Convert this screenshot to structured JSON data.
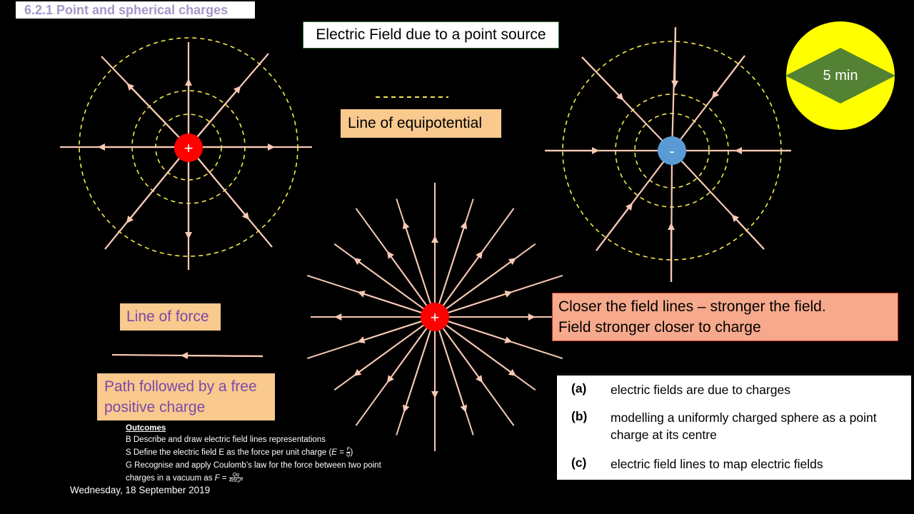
{
  "slide": {
    "title": "6.2.1 Point and spherical charges",
    "heading": "Electric Field due to a point source",
    "date": "Wednesday, 18 September 2019"
  },
  "labels": {
    "equipotential": "Line of equipotential",
    "line_of_force": "Line of force",
    "path_line1": "Path followed by a free",
    "path_line2": "positive charge",
    "closer_line1": "Closer the field lines – stronger the field.",
    "closer_line2": "Field stronger closer to charge"
  },
  "charges": {
    "positive_symbol": "+",
    "negative_symbol": "-"
  },
  "timer": {
    "label": "5 min"
  },
  "spec": [
    {
      "letter": "(a)",
      "text": "electric fields are due to charges"
    },
    {
      "letter": "(b)",
      "text": "modelling a uniformly charged sphere as a point charge at its centre"
    },
    {
      "letter": "(c)",
      "text": "electric field lines to map electric fields"
    }
  ],
  "outcomes": {
    "title": "Outcomes",
    "b": "B Describe and draw electric field lines representations",
    "s_prefix": "S Define the electric field E as the force per unit charge (",
    "s_formula_lhs": "E =",
    "s_num": "F",
    "s_den": "Q",
    "s_suffix": ")",
    "g_line1": "G Recognise and apply Coulomb’s law for the force between two point",
    "g_line2_prefix": "charges in a vacuum as",
    "g_formula_lhs": "F =",
    "g_num": "Qq",
    "g_den": "4πε₀r²"
  },
  "colors": {
    "background": "#000000",
    "field_line": "#f8c9b4",
    "equipotential": "#f5e94a",
    "positive_charge": "#ff0000",
    "negative_charge": "#5b9bd5",
    "timer_circle": "#ffff00",
    "timer_diamond": "#548235",
    "peach_box": "#f9c98e",
    "salmon_box": "#f6a98c",
    "purple_text": "#7b49a8",
    "title_text": "#a596c8"
  }
}
